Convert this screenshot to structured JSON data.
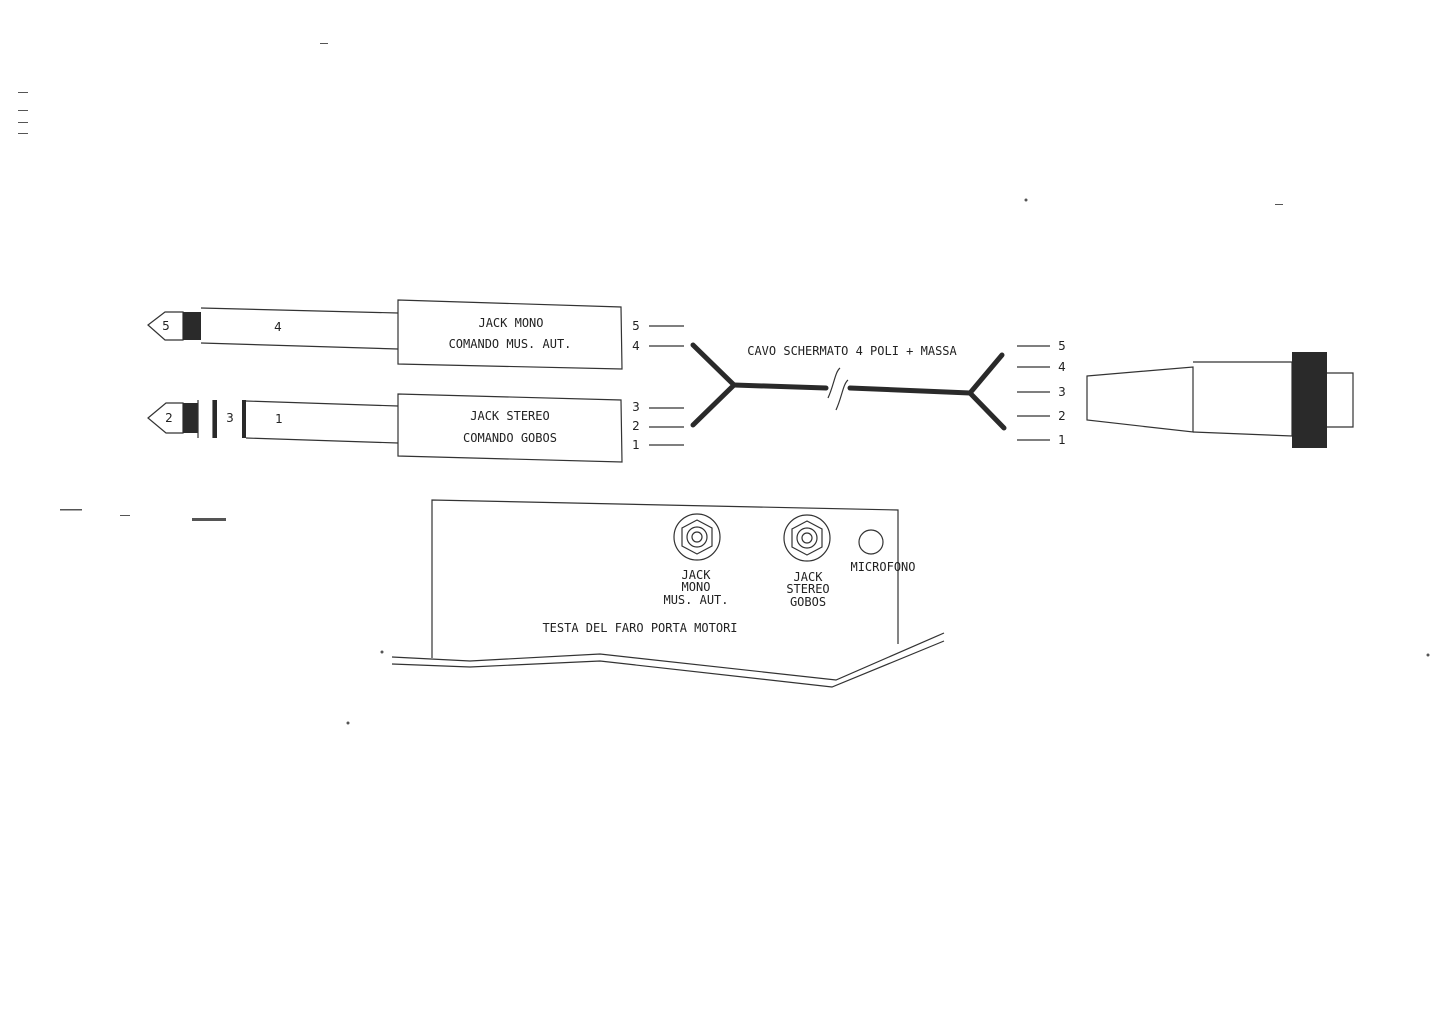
{
  "plug_mono": {
    "tip_number": "5",
    "sleeve_number": "4",
    "label_line1": "JACK MONO",
    "label_line2": "COMANDO MUS. AUT."
  },
  "plug_stereo": {
    "tip_number": "2",
    "ring_number": "3",
    "sleeve_number": "1",
    "label_line1": "JACK STEREO",
    "label_line2": "COMANDO GOBOS"
  },
  "left_pins": [
    "5",
    "4",
    "3",
    "2",
    "1"
  ],
  "cable_label": "CAVO SCHERMATO 4 POLI + MASSA",
  "right_pins": [
    "5",
    "4",
    "3",
    "2",
    "1"
  ],
  "panel": {
    "socket_mono_label": [
      "JACK",
      "MONO",
      "MUS. AUT."
    ],
    "socket_stereo_label": [
      "JACK",
      "STEREO",
      "GOBOS"
    ],
    "microphone_label": "MICROFONO",
    "title": "TESTA DEL FARO  PORTA MOTORI"
  },
  "colors": {
    "ink": "#2a2a2a",
    "paper": "#ffffff"
  }
}
